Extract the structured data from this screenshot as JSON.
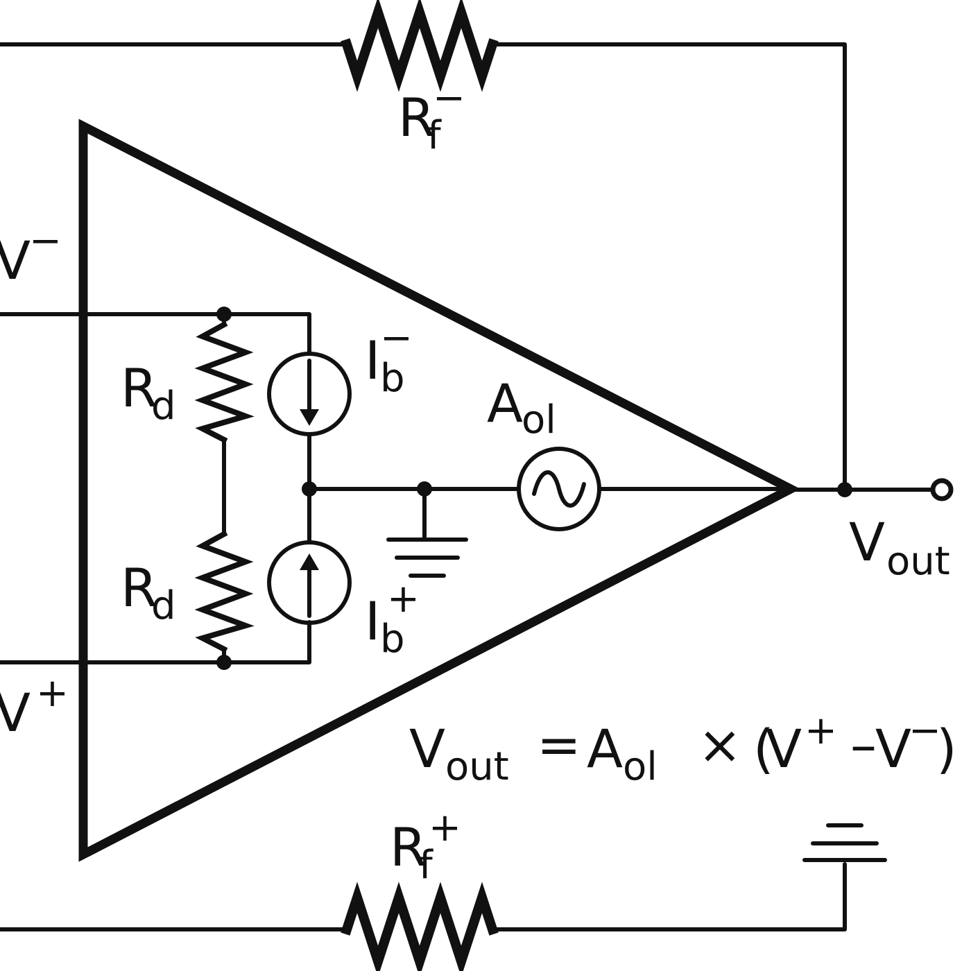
{
  "colors": {
    "amplifier_fill": "#cdeafa",
    "wire": "#111111",
    "background": "#ffffff"
  },
  "labels": {
    "rf_minus": {
      "main": "R",
      "sub": "f",
      "sup": "−"
    },
    "rf_plus": {
      "main": "R",
      "sub": "f",
      "sup": "+"
    },
    "v_minus": {
      "main": "V",
      "sup": "−"
    },
    "v_plus": {
      "main": "V",
      "sup": "+"
    },
    "rd_top": {
      "main": "R",
      "sub": "d"
    },
    "rd_bottom": {
      "main": "R",
      "sub": "d"
    },
    "ib_minus": {
      "main": "I",
      "sub": "b",
      "sup": "−"
    },
    "ib_plus": {
      "main": "I",
      "sub": "b",
      "sup": "+"
    },
    "aol": {
      "main": "A",
      "sub": "ol"
    },
    "vout": {
      "main": "V",
      "sub": "out"
    }
  },
  "equation": {
    "lhs_main": "V",
    "lhs_sub": "out",
    "equals": "=",
    "gain_main": "A",
    "gain_sub": "ol",
    "times": "×",
    "open_paren": "(",
    "vp_main": "V",
    "vp_sup": "+",
    "minus": "–",
    "vm_main": "V",
    "vm_sup": "−",
    "close_paren": ")"
  },
  "icons": {
    "ac_source": "sine-wave-icon",
    "current_down": "arrow-down-icon",
    "current_up": "arrow-up-icon",
    "ground": "ground-icon"
  }
}
